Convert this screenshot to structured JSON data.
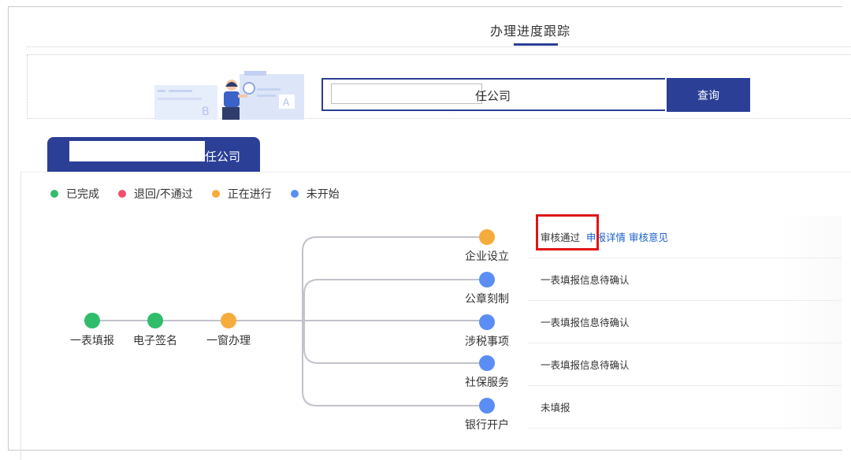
{
  "header": {
    "tab_label": "办理进度跟踪"
  },
  "search": {
    "input_value": "任公司",
    "button_label": "查询"
  },
  "company": {
    "name_suffix": "任公司"
  },
  "legend": [
    {
      "label": "已完成",
      "color": "#2fbd6c"
    },
    {
      "label": "退回/不通过",
      "color": "#f0506e"
    },
    {
      "label": "正在进行",
      "color": "#f6ac3c"
    },
    {
      "label": "未开始",
      "color": "#5b8ef5"
    }
  ],
  "main_steps": [
    {
      "label": "一表填报",
      "status": "completed"
    },
    {
      "label": "电子签名",
      "status": "completed"
    },
    {
      "label": "一窗办理",
      "status": "in-progress"
    }
  ],
  "branches": [
    {
      "label": "企业设立",
      "status": "in-progress",
      "result": "审核通过",
      "links": [
        "申报详情",
        "审核意见"
      ]
    },
    {
      "label": "公章刻制",
      "status": "not-started",
      "result": "一表填报信息待确认",
      "links": []
    },
    {
      "label": "涉税事项",
      "status": "not-started",
      "result": "一表填报信息待确认",
      "links": []
    },
    {
      "label": "社保服务",
      "status": "not-started",
      "result": "一表填报信息待确认",
      "links": []
    },
    {
      "label": "银行开户",
      "status": "not-started",
      "result": "未填报",
      "links": []
    }
  ],
  "colors": {
    "primary": "#2b3f96",
    "completed": "#2fbd6c",
    "in_progress": "#f6ac3c",
    "not_started": "#5b8ef5",
    "rejected": "#f0506e",
    "highlight": "#e01616",
    "link": "#1a61c7"
  }
}
